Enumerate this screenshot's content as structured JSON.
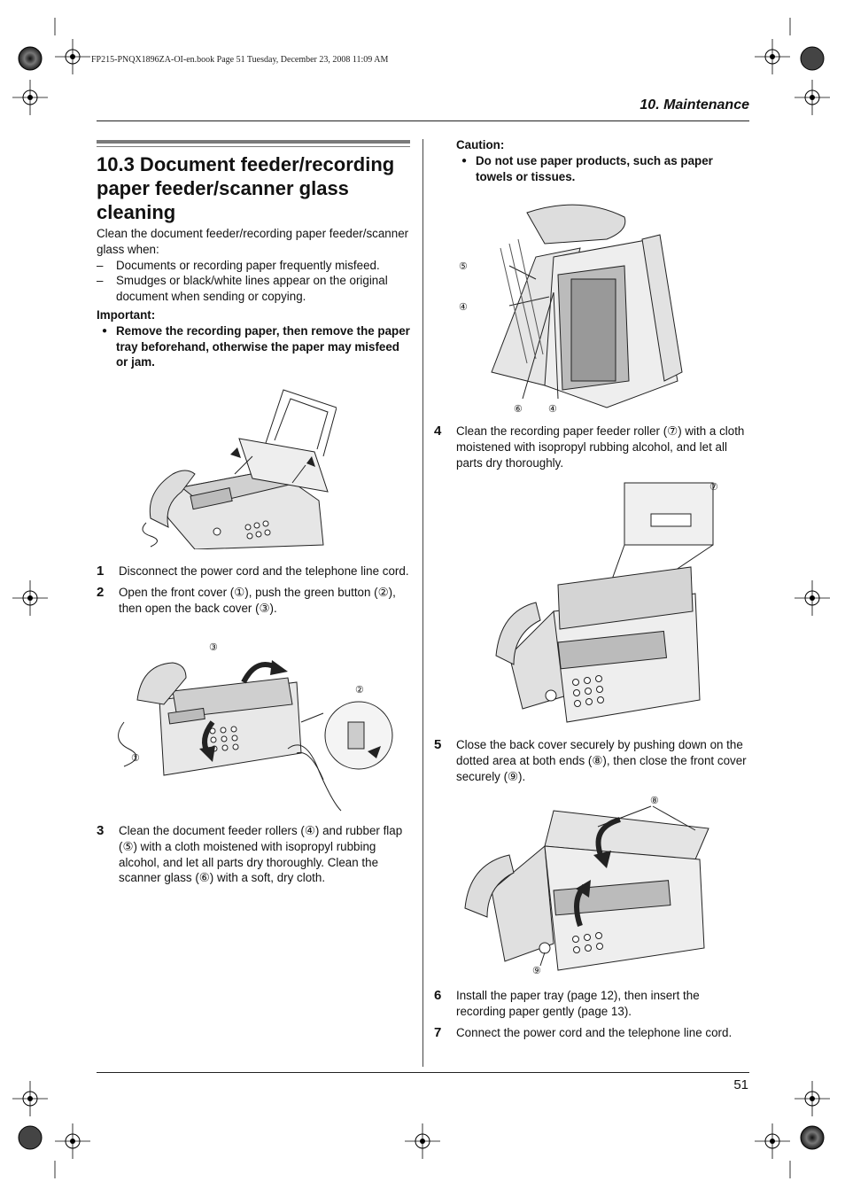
{
  "header": {
    "file_info": "FP215-PNQX1896ZA-OI-en.book  Page 51  Tuesday, December 23, 2008  11:09 AM",
    "chapter": "10. Maintenance"
  },
  "section": {
    "title": "10.3 Document feeder/recording paper feeder/scanner glass cleaning",
    "intro": "Clean the document feeder/recording paper feeder/scanner glass when:",
    "conditions": [
      "Documents or recording paper frequently misfeed.",
      "Smudges or black/white lines appear on the original document when sending or copying."
    ],
    "important_label": "Important:",
    "important_items": [
      "Remove the recording paper, then remove the paper tray beforehand, otherwise the paper may misfeed or jam."
    ]
  },
  "steps_left": [
    {
      "num": "1",
      "text": "Disconnect the power cord and the telephone line cord."
    },
    {
      "num": "2",
      "text": "Open the front cover (①), push the green button (②), then open the back cover (③)."
    },
    {
      "num": "3",
      "text": "Clean the document feeder rollers (④) and rubber flap (⑤) with a cloth moistened with isopropyl rubbing alcohol, and let all parts dry thoroughly. Clean the scanner glass (⑥) with a soft, dry cloth."
    }
  ],
  "caution": {
    "label": "Caution:",
    "items": [
      "Do not use paper products, such as paper towels or tissues."
    ]
  },
  "steps_right": [
    {
      "num": "4",
      "text": "Clean the recording paper feeder roller (⑦) with a cloth moistened with isopropyl rubbing alcohol, and let all parts dry thoroughly."
    },
    {
      "num": "5",
      "text": "Close the back cover securely by pushing down on the dotted area at both ends (⑧), then close the front cover securely (⑨)."
    },
    {
      "num": "6",
      "text": "Install the paper tray (page 12), then insert the recording paper gently (page 13)."
    },
    {
      "num": "7",
      "text": "Connect the power cord and the telephone line cord."
    }
  ],
  "callouts": {
    "c1": "①",
    "c2": "②",
    "c3": "③",
    "c4": "④",
    "c5": "⑤",
    "c6": "⑥",
    "c7": "⑦",
    "c8": "⑧",
    "c9": "⑨"
  },
  "footer": {
    "page_number": "51"
  }
}
